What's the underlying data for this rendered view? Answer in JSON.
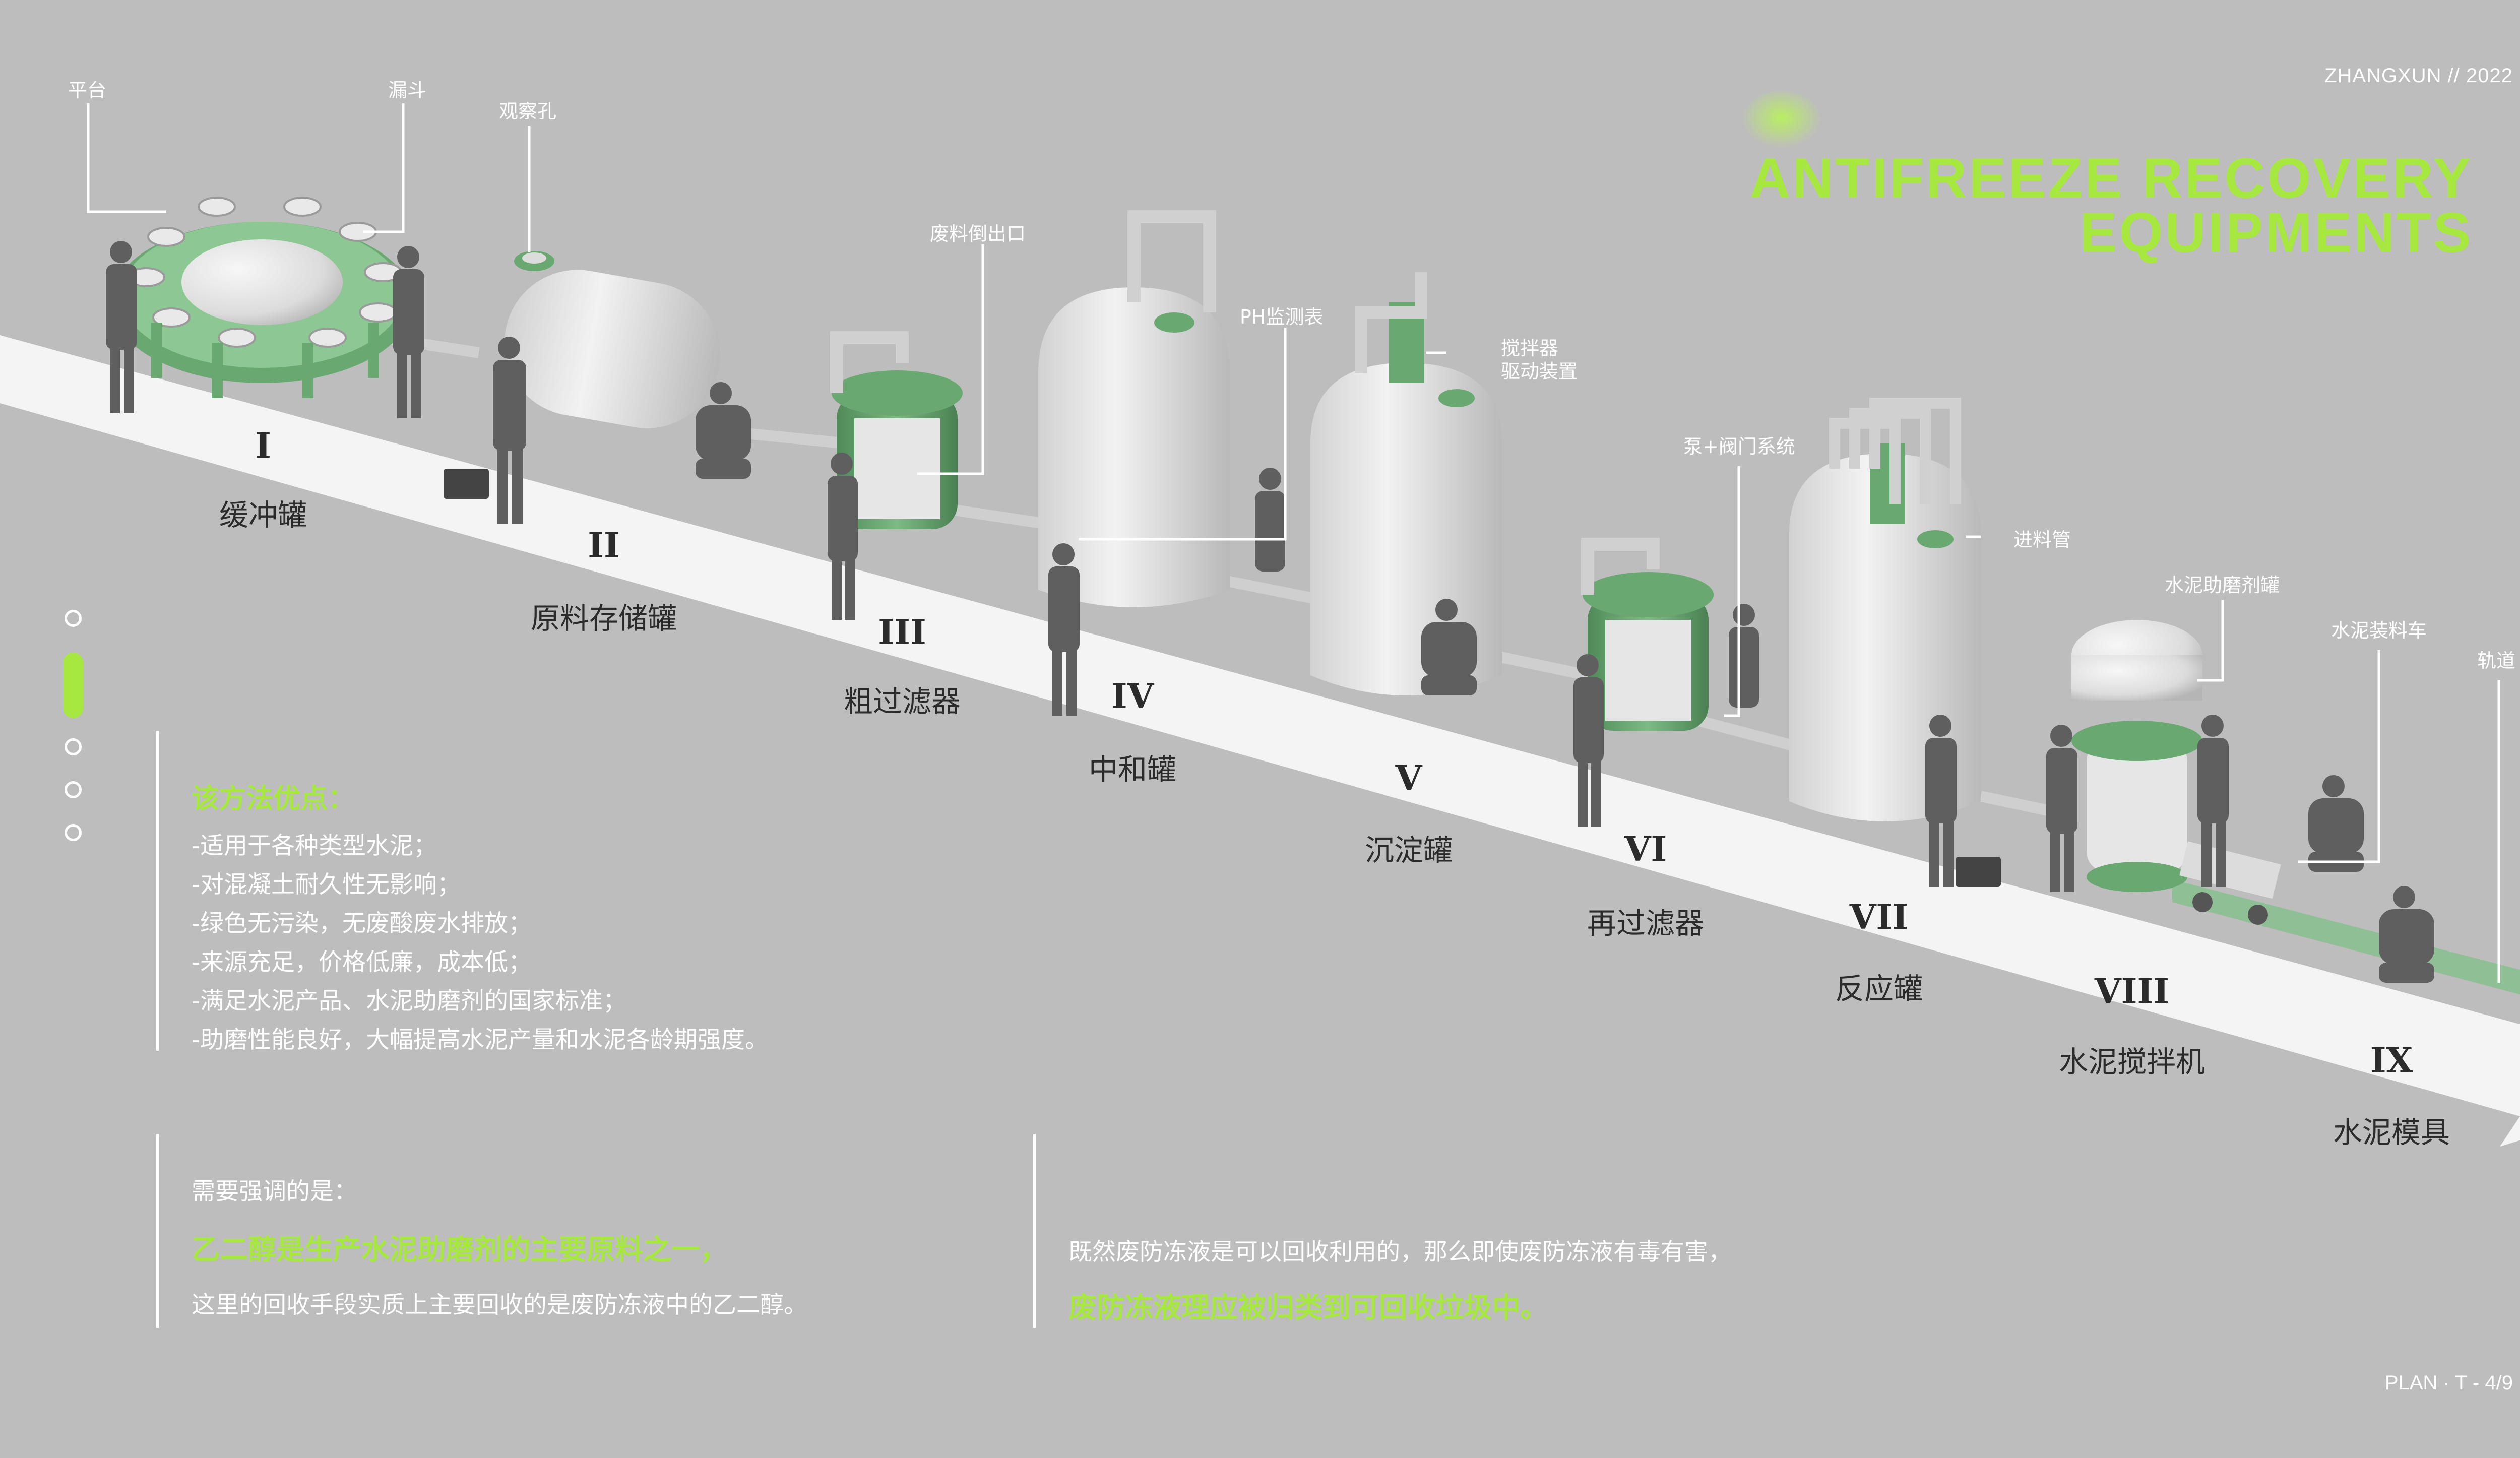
{
  "brand": "ZHANGXUN // 2022",
  "title": {
    "line1": "ANTIFREEZE RECOVERY",
    "line2": "EQUIPMENTS"
  },
  "page_number": "PLAN · T - 4/9",
  "stages": [
    {
      "numeral": "I",
      "label": "缓冲罐"
    },
    {
      "numeral": "II",
      "label": "原料存储罐"
    },
    {
      "numeral": "III",
      "label": "粗过滤器"
    },
    {
      "numeral": "IV",
      "label": "中和罐"
    },
    {
      "numeral": "V",
      "label": "沉淀罐"
    },
    {
      "numeral": "VI",
      "label": "再过滤器"
    },
    {
      "numeral": "VII",
      "label": "反应罐"
    },
    {
      "numeral": "VIII",
      "label": "水泥搅拌机"
    },
    {
      "numeral": "IX",
      "label": "水泥模具"
    }
  ],
  "callouts": {
    "platform": "平台",
    "funnel": "漏斗",
    "viewport": "观察孔",
    "waste_outlet": "废料倒出口",
    "ph_meter": "PH监测表",
    "agitator_line1": "搅拌器",
    "agitator_line2": "驱动装置",
    "pump_valve": "泵+阀门系统",
    "feed_pipe": "进料管",
    "grinding_aid_tank": "水泥助磨剂罐",
    "cement_cart": "水泥装料车",
    "track": "轨道"
  },
  "advantages": {
    "title": "该方法优点：",
    "items": [
      "-适用于各种类型水泥；",
      "-对混凝土耐久性无影响；",
      "-绿色无污染，无废酸废水排放；",
      "-来源充足，价格低廉，成本低；",
      "-满足水泥产品、水泥助磨剂的国家标准；",
      "-助磨性能良好，大幅提高水泥产量和水泥各龄期强度。"
    ]
  },
  "notes": {
    "emphasis_intro": "需要强调的是：",
    "emphasis_highlight": "乙二醇是生产水泥助磨剂的主要原料之一，",
    "emphasis_detail": "这里的回收手段实质上主要回收的是废防冻液中的乙二醇。",
    "recycle_statement": "既然废防冻液是可以回收利用的，那么即使废防冻液有毒有害，",
    "recycle_highlight": "废防冻液理应被归类到可回收垃圾中。"
  },
  "nav": {
    "active_index": 1,
    "count": 5
  },
  "colors": {
    "accent": "#a6e83f",
    "background": "#bdbdbd",
    "equipment_green": "#6aa872",
    "tank": "#e6e6e6",
    "silhouette": "#5e5e5e"
  }
}
